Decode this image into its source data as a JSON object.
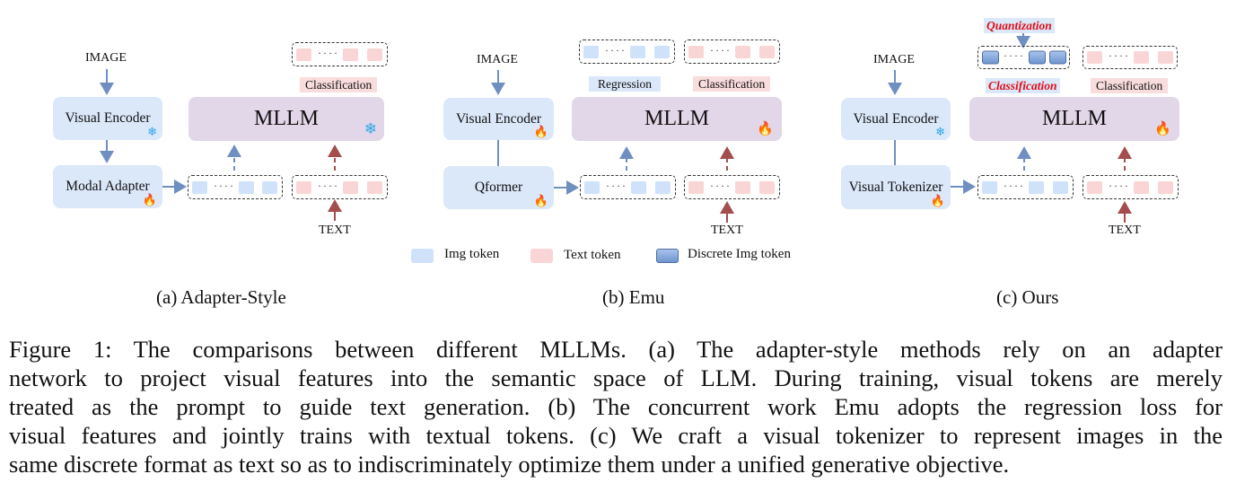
{
  "panels": [
    {
      "id": "adapter-style",
      "subtitle": "(a) Adapter-Style",
      "input_label": "IMAGE",
      "encoder_label": "Visual Encoder",
      "encoder_state": "frozen",
      "adapter_label": "Modal Adapter",
      "adapter_state": "trainable",
      "mllm_label": "MLLM",
      "mllm_state": "frozen",
      "text_label": "TEXT",
      "output_tags": [
        "Classification"
      ]
    },
    {
      "id": "emu",
      "subtitle": "(b) Emu",
      "input_label": "IMAGE",
      "encoder_label": "Visual Encoder",
      "encoder_state": "trainable",
      "adapter_label": "Qformer",
      "adapter_state": "trainable",
      "mllm_label": "MLLM",
      "mllm_state": "trainable",
      "text_label": "TEXT",
      "output_tags": [
        "Regression",
        "Classification"
      ]
    },
    {
      "id": "ours",
      "subtitle": "(c) Ours",
      "input_label": "IMAGE",
      "encoder_label": "Visual Encoder",
      "encoder_state": "frozen",
      "adapter_label": "Visual Tokenizer",
      "adapter_state": "trainable",
      "mllm_label": "MLLM",
      "mllm_state": "trainable",
      "text_label": "TEXT",
      "quantization_label": "Quantization",
      "output_tags": [
        "Classification",
        "Classification"
      ]
    }
  ],
  "icons": {
    "frozen": "snowflake-icon",
    "trainable": "fire-icon"
  },
  "legend": [
    {
      "label": "Img token",
      "color": "#cfe2fa"
    },
    {
      "label": "Text token",
      "color": "#f9d6d5"
    },
    {
      "label": "Discrete Img token",
      "color": "#7fa3d8"
    }
  ],
  "colors": {
    "img_token": "#cfe2fa",
    "text_token": "#f9d6d5",
    "module_box": "#dbe8f9",
    "mllm_box": "#e2d7e8",
    "img_arrow": "#6f8fc0",
    "text_arrow": "#a34d4d",
    "highlight_red": "#e0101a"
  },
  "caption": {
    "lines": [
      "Figure 1:  The comparisons between different MLLMs.  (a) The adapter-style methods rely on an adapter",
      "network to project visual features into the semantic space of LLM. During training, visual tokens are merely",
      "treated as the prompt to guide text generation.  (b) The concurrent work Emu adopts the regression loss for",
      "visual features and jointly trains with textual tokens. (c) We craft a visual tokenizer to represent images in the",
      "same discrete format as text so as to indiscriminately optimize them under a unified generative objective."
    ]
  }
}
